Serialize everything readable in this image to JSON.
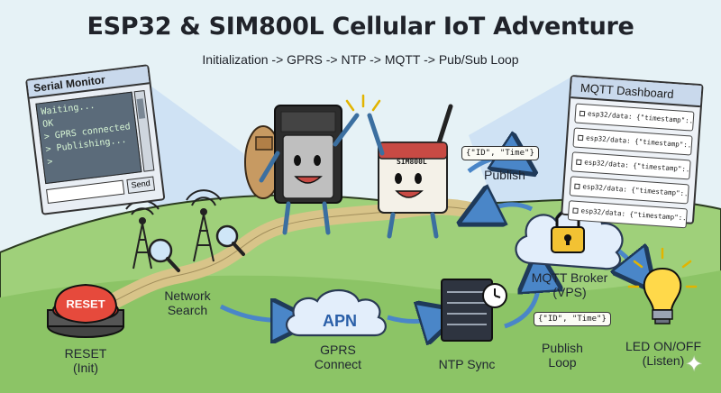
{
  "title": "ESP32 & SIM800L Cellular IoT Adventure",
  "subtitle": "Initialization -> GPRS -> NTP -> MQTT -> Pub/Sub Loop",
  "serial_monitor": {
    "title": "Serial Monitor",
    "lines": [
      "Waiting...",
      "OK",
      "> GPRS connected",
      "> Publishing...",
      ">"
    ],
    "send_label": "Send"
  },
  "mqtt_dashboard": {
    "title": "MQTT Dashboard",
    "rows": [
      "esp32/data: {\"timestamp\":...}",
      "esp32/data: {\"timestamp\":...}",
      "esp32/data: {\"timestamp\":...}",
      "esp32/data: {\"timestamp\":...}",
      "esp32/data: {\"timestamp\":...}"
    ]
  },
  "steps": {
    "reset_button": "RESET",
    "reset_label": [
      "RESET",
      "(Init)"
    ],
    "network_label": [
      "Network",
      "Search"
    ],
    "apn_text": "APN",
    "gprs_label": [
      "GPRS",
      "Connect"
    ],
    "ntp_label": "NTP Sync",
    "publish_loop_label": [
      "Publish",
      "Loop"
    ],
    "broker_label": [
      "MQTT Broker",
      "(VPS)"
    ],
    "led_label": [
      "LED ON/OFF",
      "(Listen)"
    ],
    "publish_label": "Publish",
    "payload_top": "{\"ID\", \"Time\"}",
    "payload_bottom": "{\"ID\", \"Time\"}",
    "sim_module_text": "SIM800L"
  },
  "colors": {
    "sky": "#e6f2f6",
    "grass": "#9fd07a",
    "path": "#d8c489",
    "arrow": "#4a86c8",
    "reset_red": "#d9342b",
    "bulb_yellow": "#ffd94a",
    "cloud": "#e3eefb"
  }
}
